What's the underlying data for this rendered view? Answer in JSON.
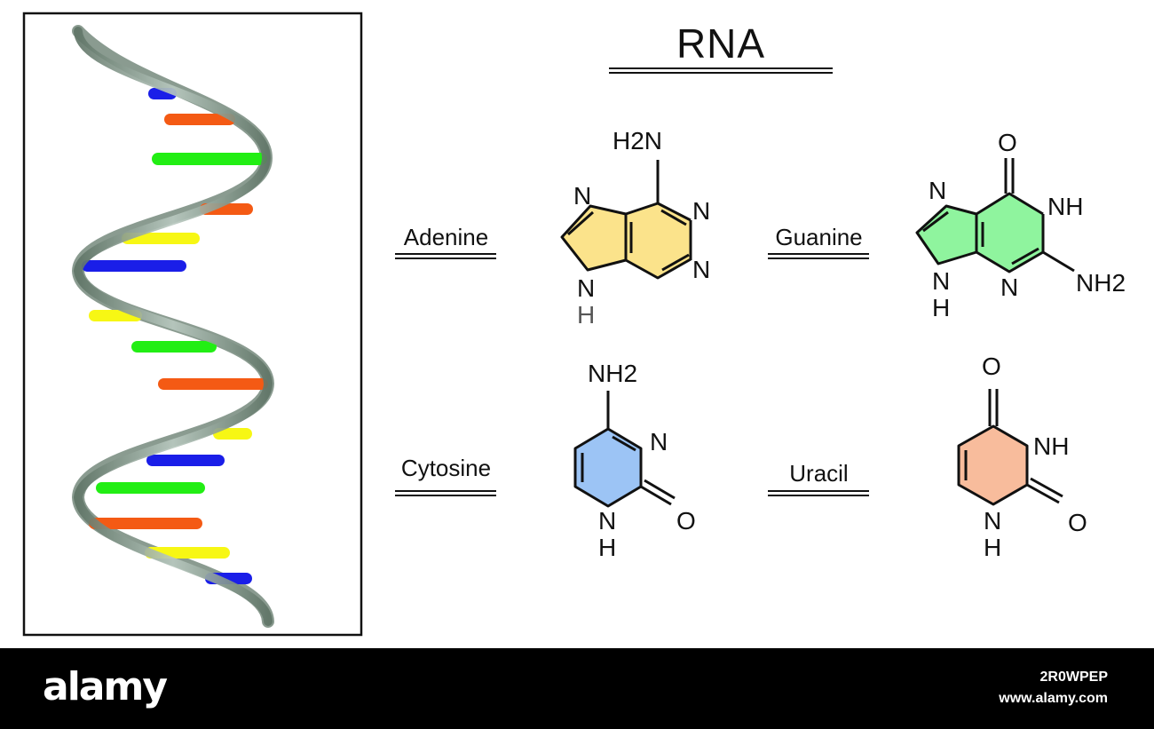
{
  "title": "RNA",
  "bases": {
    "adenine": {
      "name": "Adenine",
      "color": "#fbe38b",
      "atoms": {
        "amino": "H2N",
        "n_top": "N",
        "n_left": "N",
        "n_right": "N",
        "nh": "N",
        "h": "H"
      }
    },
    "guanine": {
      "name": "Guanine",
      "color": "#8ff49e",
      "atoms": {
        "o": "O",
        "nh_right": "NH",
        "n_top": "N",
        "n_bottom": "N",
        "amino": "NH2",
        "nh": "N",
        "h": "H"
      }
    },
    "cytosine": {
      "name": "Cytosine",
      "color": "#9cc4f5",
      "atoms": {
        "amino": "NH2",
        "n": "N",
        "o": "O",
        "nh": "N",
        "h": "H"
      }
    },
    "uracil": {
      "name": "Uracil",
      "color": "#f8bc9c",
      "atoms": {
        "o_top": "O",
        "nh": "NH",
        "o_right": "O",
        "n_bottom": "N",
        "h": "H"
      }
    }
  },
  "helix_colors": {
    "blue": "#1a1ee8",
    "orange": "#f45a14",
    "green": "#22ee14",
    "yellow": "#f7f714",
    "strand": "#6f8475"
  },
  "footer": {
    "brand": "alamy",
    "image_id": "2R0WPEP",
    "url": "www.alamy.com"
  }
}
